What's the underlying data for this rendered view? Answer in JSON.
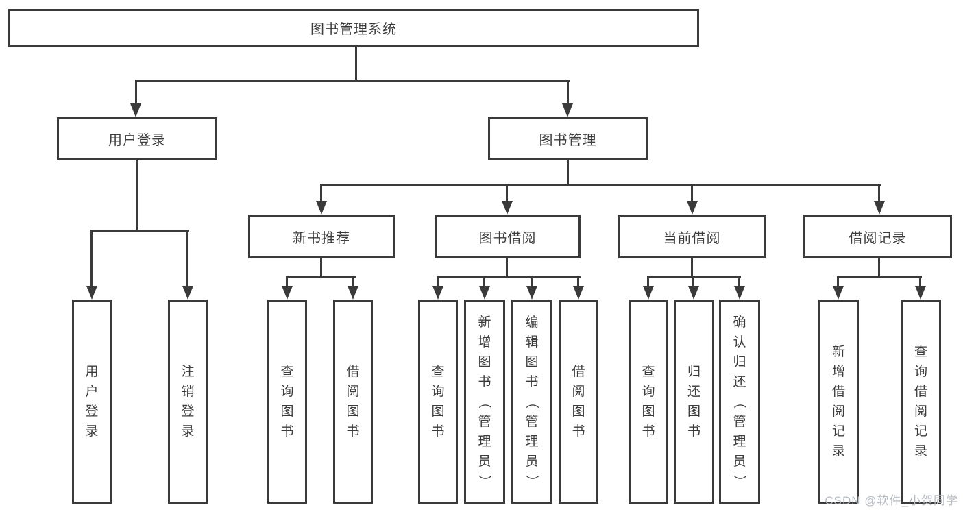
{
  "diagram_title": "图书管理系统",
  "nodes": {
    "root": {
      "label": "图书管理系统"
    },
    "level2": {
      "user_login": {
        "label": "用户登录"
      },
      "book_mgmt": {
        "label": "图书管理"
      }
    },
    "level3": {
      "new_book_rec": {
        "label": "新书推荐"
      },
      "book_borrow": {
        "label": "图书借阅"
      },
      "current_borrow": {
        "label": "当前借阅"
      },
      "borrow_records": {
        "label": "借阅记录"
      }
    },
    "leaves": [
      {
        "label": "用户登录",
        "parent": "用户登录"
      },
      {
        "label": "注销登录",
        "parent": "用户登录"
      },
      {
        "label": "查询图书",
        "parent": "新书推荐"
      },
      {
        "label": "借阅图书",
        "parent": "新书推荐"
      },
      {
        "label": "查询图书",
        "parent": "图书借阅"
      },
      {
        "label": "新增图书（管理员）",
        "parent": "图书借阅"
      },
      {
        "label": "编辑图书（管理员）",
        "parent": "图书借阅"
      },
      {
        "label": "借阅图书",
        "parent": "图书借阅"
      },
      {
        "label": "查询图书",
        "parent": "当前借阅"
      },
      {
        "label": "归还图书",
        "parent": "当前借阅"
      },
      {
        "label": "确认归还（管理员）",
        "parent": "当前借阅"
      },
      {
        "label": "新增借阅记录",
        "parent": "借阅记录"
      },
      {
        "label": "查询借阅记录",
        "parent": "借阅记录"
      }
    ]
  },
  "watermark": {
    "text": "CSDN @软件_小贺同学",
    "color": "#b5bbc1"
  },
  "colors": {
    "line": "#3a3a3a",
    "text": "#3c3c3c",
    "background": "#ffffff"
  }
}
